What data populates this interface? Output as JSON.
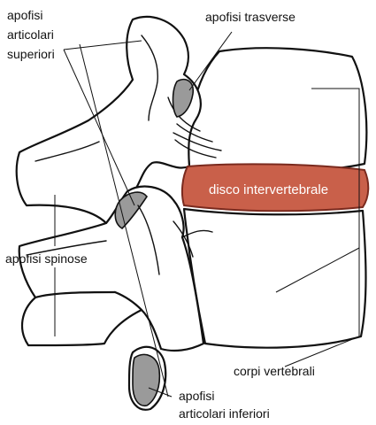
{
  "labels": {
    "superior_facets": [
      "apofisi",
      "articolari",
      "superiori"
    ],
    "transverse": "apofisi trasverse",
    "disc": "disco intervertebrale",
    "spinous": "apofisi spinose",
    "bodies": "corpi vertebrali",
    "inferior_facets": [
      "apofisi",
      "articolari inferiori"
    ]
  },
  "colors": {
    "disc_fill": "#c9604a",
    "disc_stroke": "#7a2a1e",
    "cartilage": "#9a9a9a",
    "line": "#111111"
  }
}
